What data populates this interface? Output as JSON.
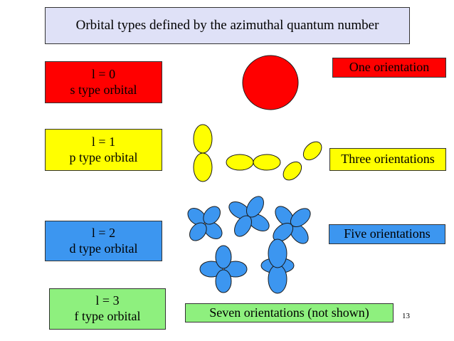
{
  "title": "Orbital types defined by the azimuthal quantum number",
  "colors": {
    "title_bg": "#dfe1f7",
    "s": "#ff0000",
    "p": "#ffff00",
    "d": "#3c96f0",
    "f": "#8ef07e",
    "outline": "#333333",
    "orbital_outline": "#1a1a1a"
  },
  "orbitals": [
    {
      "id": "s",
      "l": "l = 0",
      "type": "s type orbital",
      "orientations": "One orientation"
    },
    {
      "id": "p",
      "l": "l = 1",
      "type": "p type orbital",
      "orientations": "Three orientations"
    },
    {
      "id": "d",
      "l": "l = 2",
      "type": "d type orbital",
      "orientations": "Five orientations"
    },
    {
      "id": "f",
      "l": "l = 3",
      "type": "f type orbital",
      "orientations": "Seven  orientations (not shown)"
    }
  ],
  "page_number": "13"
}
